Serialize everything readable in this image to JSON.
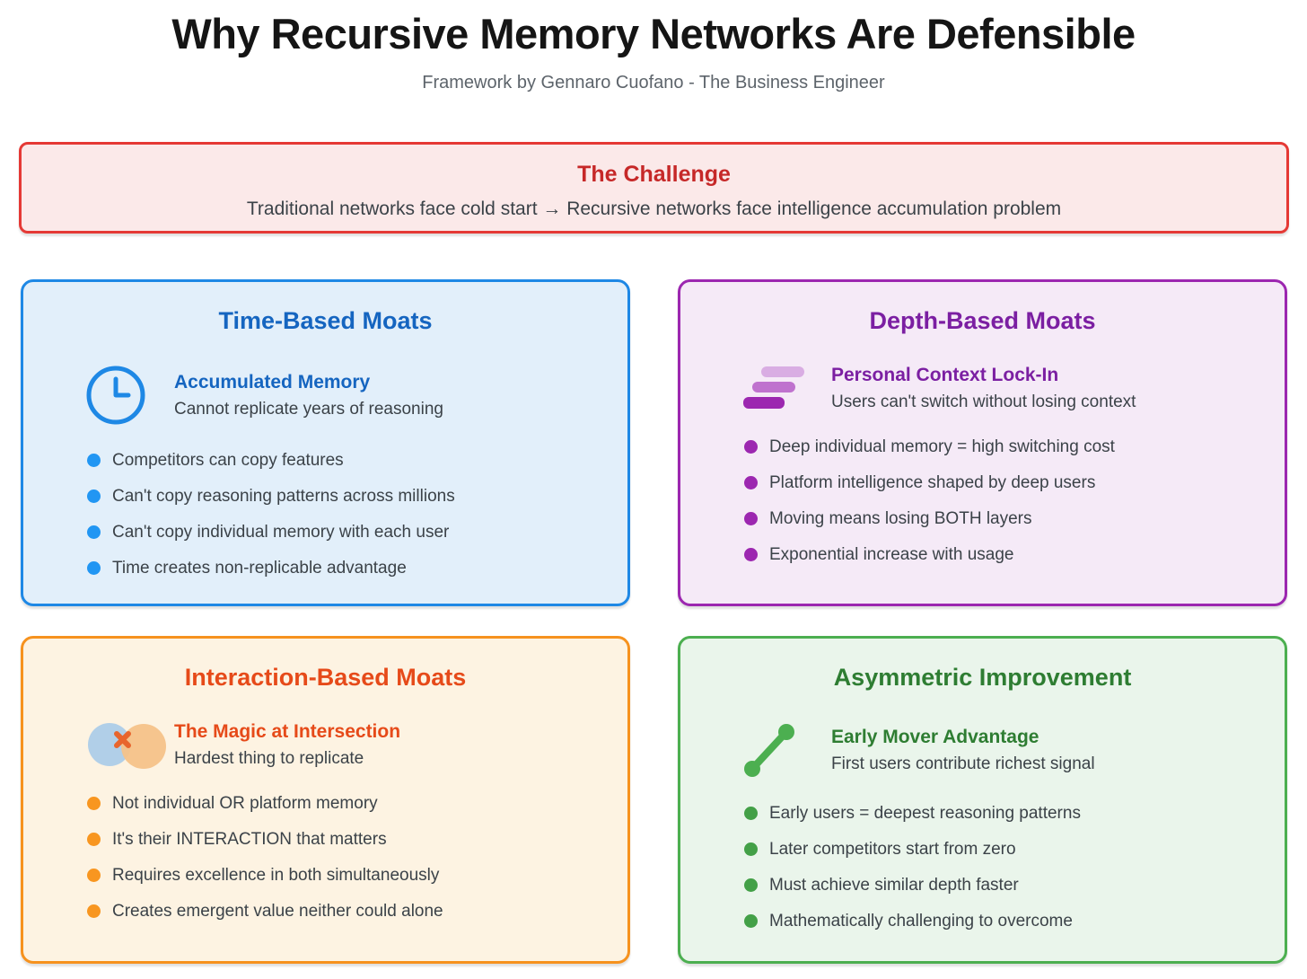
{
  "header": {
    "title": "Why Recursive Memory Networks Are Defensible",
    "subtitle": "Framework by Gennaro Cuofano - The Business Engineer"
  },
  "challenge": {
    "title": "The Challenge",
    "body": "Traditional networks face cold start → Recursive networks face intelligence accumulation problem",
    "colors": {
      "border": "#E53935",
      "bg": "#FBE9E9",
      "title": "#C62828"
    }
  },
  "cards": [
    {
      "id": "time-based-moats",
      "title": "Time-Based Moats",
      "icon": "clock-icon",
      "feature_title": "Accumulated Memory",
      "feature_subtitle": "Cannot replicate years of reasoning",
      "bullets": [
        "Competitors can copy features",
        "Can't copy reasoning patterns across millions",
        "Can't copy individual memory with each user",
        "Time creates non-replicable advantage"
      ],
      "colors": {
        "border": "#1E88E5",
        "bg": "#E2EFFA",
        "title": "#1565C0",
        "bullet": "#2196F3",
        "icon": "#1E88E5"
      }
    },
    {
      "id": "depth-based-moats",
      "title": "Depth-Based Moats",
      "icon": "layers-icon",
      "feature_title": "Personal Context Lock-In",
      "feature_subtitle": "Users can't switch without losing context",
      "bullets": [
        "Deep individual memory = high switching cost",
        "Platform intelligence shaped by deep users",
        "Moving means losing BOTH layers",
        "Exponential increase with usage"
      ],
      "colors": {
        "border": "#9C27B0",
        "bg": "#F5EAF7",
        "title": "#7B1FA2",
        "bullet": "#9C27B0"
      },
      "icon_colors": [
        "#D9ADE3",
        "#BF72CE",
        "#9C27B0"
      ]
    },
    {
      "id": "interaction-based-moats",
      "title": "Interaction-Based Moats",
      "icon": "venn-intersection-icon",
      "feature_title": "The Magic at Intersection",
      "feature_subtitle": "Hardest thing to replicate",
      "bullets": [
        "Not individual OR platform memory",
        "It's their INTERACTION that matters",
        "Requires excellence in both simultaneously",
        "Creates emergent value neither could alone"
      ],
      "colors": {
        "border": "#F6921E",
        "bg": "#FDF3E2",
        "title": "#E64A19",
        "bullet": "#F89620"
      },
      "icon_colors": [
        "#A9CBE9",
        "#F5C289",
        "#E8652D"
      ]
    },
    {
      "id": "asymmetric-improvement",
      "title": "Asymmetric Improvement",
      "icon": "trend-up-icon",
      "feature_title": "Early Mover Advantage",
      "feature_subtitle": "First users contribute richest signal",
      "bullets": [
        "Early users = deepest reasoning patterns",
        "Later competitors start from zero",
        "Must achieve similar depth faster",
        "Mathematically challenging to overcome"
      ],
      "colors": {
        "border": "#4CAF50",
        "bg": "#EAF5EB",
        "title": "#2E7D32",
        "bullet": "#43A047",
        "icon": "#4CAF50"
      }
    }
  ]
}
